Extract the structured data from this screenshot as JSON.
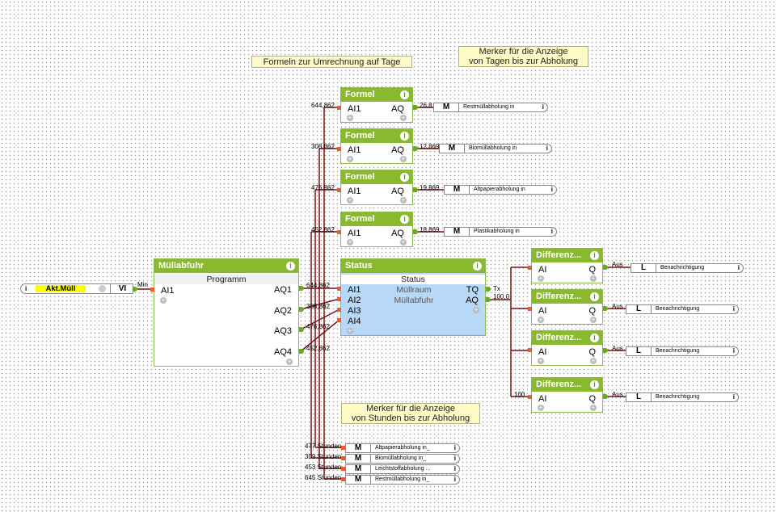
{
  "notes": {
    "formulas": "Formeln zur Umrechnung auf Tage",
    "days_line1": "Merker für die Anzeige",
    "days_line2": "von Tagen bis zur Abholung",
    "hours_line1": "Merker für die Anzeige",
    "hours_line2": "von Stunden bis zur Abholung"
  },
  "input_ref": {
    "icon": "i",
    "name": "Akt.Müll",
    "type": "VI",
    "out_label": "Min"
  },
  "muell": {
    "title": "Müllabfuhr",
    "subtitle": "Programm",
    "in": "AI1",
    "outs": [
      "AQ1",
      "AQ2",
      "AQ3",
      "AQ4"
    ],
    "out_values": [
      "644,862",
      "308,862",
      "476,862",
      "452,862"
    ]
  },
  "status": {
    "title": "Status",
    "subtitle": "Status",
    "ins": [
      "AI1",
      "AI2",
      "AI3",
      "AI4"
    ],
    "text1": "Müllraum",
    "text2": "Müllabfuhr",
    "outs": [
      "TQ",
      "AQ"
    ],
    "tq_label": "Tx",
    "aq_value": "100,0"
  },
  "formulas": [
    {
      "title": "Formel",
      "in": "AI1",
      "out": "AQ",
      "in_value": "644,862",
      "out_value": "26,8",
      "flag_type": "M",
      "flag_name": "Restmüllabholung in"
    },
    {
      "title": "Formel",
      "in": "AI1",
      "out": "AQ",
      "in_value": "308,862",
      "out_value": "12,869",
      "flag_type": "M",
      "flag_name": "Biomüllabholung in"
    },
    {
      "title": "Formel",
      "in": "AI1",
      "out": "AQ",
      "in_value": "476,862",
      "out_value": "19,869",
      "flag_type": "M",
      "flag_name": "Altpapierabholung in"
    },
    {
      "title": "Formel",
      "in": "AI1",
      "out": "AQ",
      "in_value": "452,862",
      "out_value": "18,869",
      "flag_type": "M",
      "flag_name": "Plastikabholung in"
    }
  ],
  "diffs": [
    {
      "title": "Differenz...",
      "in": "AI",
      "out": "Q",
      "out_label": "Aus",
      "in_value": "",
      "flag_type": "L",
      "flag_name": "Benachrichtigung"
    },
    {
      "title": "Differenz...",
      "in": "AI",
      "out": "Q",
      "out_label": "Aus",
      "in_value": "",
      "flag_type": "L",
      "flag_name": "Benachrichtigung"
    },
    {
      "title": "Differenz...",
      "in": "AI",
      "out": "Q",
      "out_label": "Aus",
      "in_value": "",
      "flag_type": "L",
      "flag_name": "Benachrichtigung"
    },
    {
      "title": "Differenz...",
      "in": "AI",
      "out": "Q",
      "out_label": "Aus",
      "in_value": "100",
      "flag_type": "L",
      "flag_name": "Benachrichtigung"
    }
  ],
  "hour_flags": [
    {
      "value": "477 Stunden",
      "type": "M",
      "name": "Altpapierabholung in_"
    },
    {
      "value": "309 Stunden",
      "type": "M",
      "name": "Biomüllabholung in_"
    },
    {
      "value": "453 Stunden",
      "type": "M",
      "name": "Leichtstoffabholung ..."
    },
    {
      "value": "645 Stunden",
      "type": "M",
      "name": "Restmüllabholung in_"
    }
  ],
  "info_icon": "i",
  "plus_icon": "+",
  "colors": {
    "header": "#8ab82e",
    "status_body": "#b8d8f8",
    "wire": "#8b1a1a",
    "note": "#fffbc8"
  }
}
